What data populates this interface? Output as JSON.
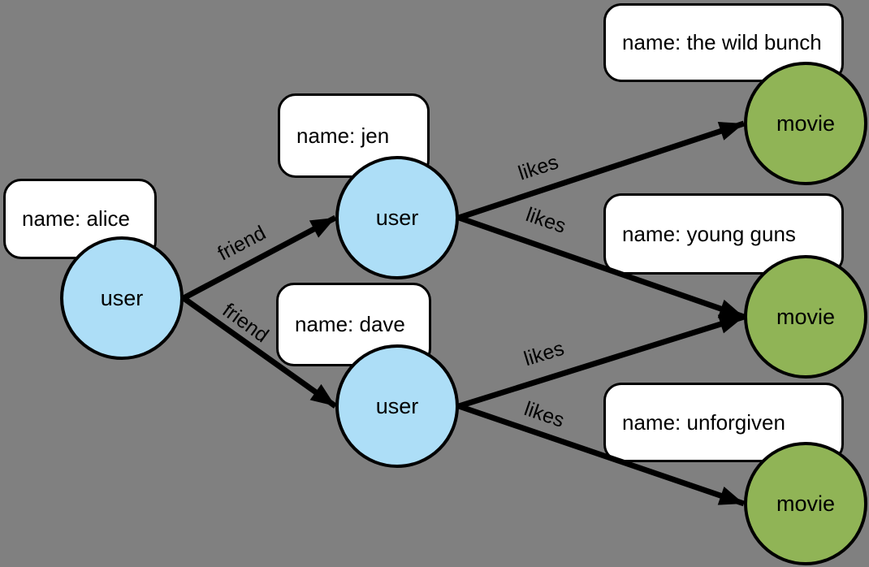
{
  "colors": {
    "background": "#808080",
    "user_node_fill": "#addef7",
    "movie_node_fill": "#90b456",
    "property_box_fill": "#ffffff",
    "stroke": "#000000"
  },
  "nodes": [
    {
      "id": "alice",
      "type": "user",
      "label": "user",
      "property": "name: alice"
    },
    {
      "id": "jen",
      "type": "user",
      "label": "user",
      "property": "name: jen"
    },
    {
      "id": "dave",
      "type": "user",
      "label": "user",
      "property": "name: dave"
    },
    {
      "id": "the-wild-bunch",
      "type": "movie",
      "label": "movie",
      "property": "name: the wild bunch"
    },
    {
      "id": "young-guns",
      "type": "movie",
      "label": "movie",
      "property": "name: young guns"
    },
    {
      "id": "unforgiven",
      "type": "movie",
      "label": "movie",
      "property": "name: unforgiven"
    }
  ],
  "edges": [
    {
      "from": "alice",
      "to": "jen",
      "label": "friend"
    },
    {
      "from": "alice",
      "to": "dave",
      "label": "friend"
    },
    {
      "from": "jen",
      "to": "the-wild-bunch",
      "label": "likes"
    },
    {
      "from": "jen",
      "to": "young-guns",
      "label": "likes"
    },
    {
      "from": "dave",
      "to": "young-guns",
      "label": "likes"
    },
    {
      "from": "dave",
      "to": "unforgiven",
      "label": "likes"
    }
  ]
}
